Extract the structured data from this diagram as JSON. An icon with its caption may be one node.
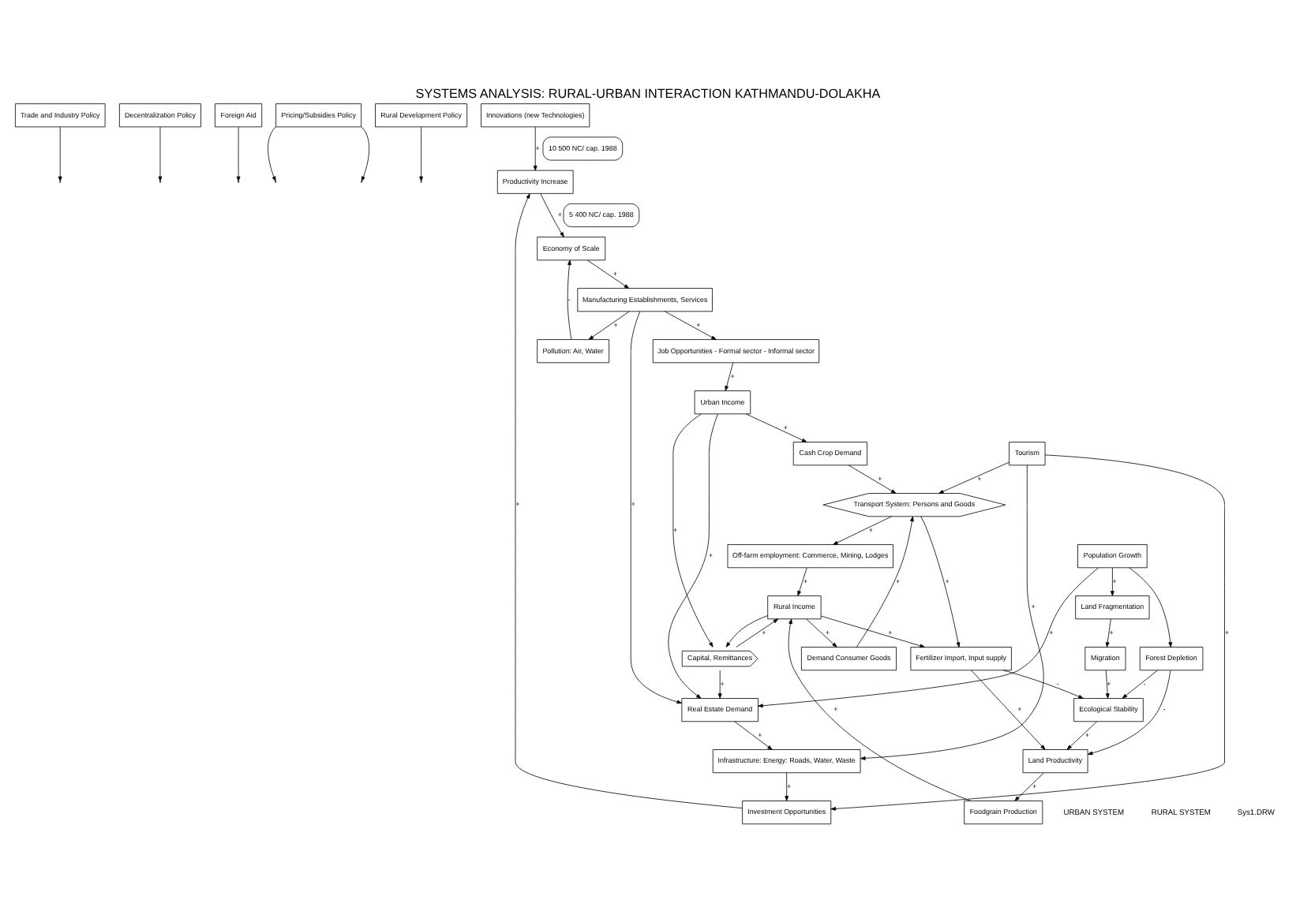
{
  "diagram": {
    "title": "SYSTEMS ANALYSIS: RURAL-URBAN INTERACTION KATHMANDU-DOLAKHA",
    "nodes": [
      {
        "text": [
          "Trade and Industry Policy"
        ]
      },
      {
        "text": [
          "Decentralization Policy"
        ]
      },
      {
        "text": [
          "Foreign Aid"
        ]
      },
      {
        "text": [
          "Pricing/Subsidies Policy"
        ]
      },
      {
        "text": [
          "Rural Development Policy"
        ]
      },
      {
        "text": [
          "Innovations (new Technologies)"
        ]
      },
      {
        "text": [
          "Investment Opportunities"
        ]
      },
      {
        "text": [
          "Tourism"
        ]
      },
      {
        "text": [
          "Transport System: Persons and Goods"
        ]
      },
      {
        "text": [
          "Off-farm employment: Commerce, Mining, Lodges"
        ]
      },
      {
        "text": [
          "Infrastructure: Energy: Roads, Water, Waste"
        ]
      },
      {
        "text": [
          "Productivity Increase"
        ]
      },
      {
        "text": [
          "Cash Crop Demand"
        ]
      },
      {
        "text": [
          "Demand Consumer Goods"
        ]
      },
      {
        "text": [
          "Real Estate Demand"
        ]
      },
      {
        "text": [
          "10 500 NC/ cap. 1988"
        ]
      },
      {
        "text": [
          "Economy of Scale"
        ]
      },
      {
        "text": [
          "Fertilizer Import, Input supply"
        ]
      },
      {
        "text": [
          "5 400 NC/ cap. 1988"
        ]
      },
      {
        "text": [
          "Population Growth"
        ]
      },
      {
        "text": [
          "Manufacturing Establishments, Services"
        ]
      },
      {
        "text": [
          "Urban Income"
        ]
      },
      {
        "text": [
          "Rural Income"
        ]
      },
      {
        "text": [
          "Foodgrain Production"
        ]
      },
      {
        "text": [
          "Land Productivity"
        ]
      },
      {
        "text": [
          "Forest Depletion"
        ]
      },
      {
        "text": [
          "Pollution: Air, Water"
        ]
      },
      {
        "text": [
          "Job Opportunities - Formal sector - Informal sector"
        ]
      },
      {
        "text": [
          "Capital, Remittances"
        ]
      },
      {
        "text": [
          "Land Fragmentation"
        ]
      },
      {
        "text": [
          "Migration"
        ]
      },
      {
        "text": [
          "Ecological Stability"
        ]
      }
    ],
    "edges": [
      {
        "from": 0,
        "to": null,
        "arrow": "to"
      },
      {
        "from": 1,
        "to": null,
        "arrow": "to"
      },
      {
        "from": 2,
        "to": null,
        "arrow": "to"
      },
      {
        "from": 3,
        "to": null,
        "arrow": "to"
      },
      {
        "from": 3,
        "to": null,
        "arrow": "to"
      },
      {
        "from": 4,
        "to": null,
        "arrow": "to"
      },
      {
        "from": 7,
        "to": 6,
        "arrow": "to",
        "label": "+"
      },
      {
        "from": 7,
        "to": 10,
        "arrow": "to",
        "label": "+"
      },
      {
        "from": 7,
        "to": 8,
        "arrow": "to",
        "label": "+"
      },
      {
        "from": 10,
        "to": 6,
        "arrow": "to",
        "label": "+"
      },
      {
        "from": 6,
        "to": 11,
        "arrow": "to",
        "label": "+"
      },
      {
        "from": 5,
        "to": 11,
        "arrow": "to",
        "label": "+"
      },
      {
        "from": 11,
        "to": 16,
        "arrow": "to",
        "label": "+"
      },
      {
        "from": 16,
        "to": 20,
        "arrow": "to",
        "label": "+"
      },
      {
        "from": 26,
        "to": 16,
        "arrow": "to",
        "label": "-"
      },
      {
        "from": 20,
        "to": 26,
        "arrow": "to",
        "label": "+"
      },
      {
        "from": 20,
        "to": 27,
        "arrow": "to",
        "label": "+"
      },
      {
        "from": 20,
        "to": 14,
        "arrow": "to",
        "label": "+"
      },
      {
        "from": 27,
        "to": 21,
        "arrow": "to",
        "label": "+"
      },
      {
        "from": 21,
        "to": 14,
        "arrow": "to",
        "label": "+"
      },
      {
        "from": 28,
        "to": 14,
        "arrow": "to",
        "label": "+"
      },
      {
        "from": 19,
        "to": 14,
        "arrow": "to",
        "label": "+"
      },
      {
        "from": 14,
        "to": 10,
        "arrow": "to",
        "label": "+"
      },
      {
        "from": 21,
        "to": 28,
        "arrow": "to",
        "label": "+"
      },
      {
        "from": 21,
        "to": 12,
        "arrow": "to",
        "label": "+"
      },
      {
        "from": 12,
        "to": 8,
        "arrow": "to",
        "label": "+"
      },
      {
        "from": 13,
        "to": 8,
        "arrow": "to",
        "label": "+"
      },
      {
        "from": 8,
        "to": 9,
        "arrow": "to",
        "label": "+"
      },
      {
        "from": 8,
        "to": 17,
        "arrow": "to",
        "label": "+"
      },
      {
        "from": 22,
        "to": 13,
        "arrow": "to",
        "label": "+"
      },
      {
        "from": 9,
        "to": 22,
        "arrow": "to",
        "label": "+"
      },
      {
        "from": 22,
        "to": 17,
        "arrow": "to",
        "label": "+"
      },
      {
        "from": 17,
        "to": 24,
        "arrow": "to",
        "label": "+"
      },
      {
        "from": 17,
        "to": 31,
        "arrow": "to",
        "label": "-"
      },
      {
        "from": 24,
        "to": 23,
        "arrow": "to",
        "label": "+"
      },
      {
        "from": 23,
        "to": 22,
        "arrow": "to",
        "label": "+"
      },
      {
        "from": 22,
        "to": 28,
        "arrow": "to"
      },
      {
        "from": 28,
        "to": 22,
        "arrow": "to",
        "label": "+"
      },
      {
        "from": 19,
        "to": 25,
        "arrow": "to"
      },
      {
        "from": 19,
        "to": 29,
        "arrow": "to",
        "label": "+"
      },
      {
        "from": 25,
        "to": 24,
        "arrow": "to",
        "label": "-"
      },
      {
        "from": 25,
        "to": 31,
        "arrow": "to",
        "label": "-"
      },
      {
        "from": 31,
        "to": 24,
        "arrow": "to",
        "label": "+"
      },
      {
        "from": 29,
        "to": 30,
        "arrow": "to",
        "label": "+"
      },
      {
        "from": 30,
        "to": 31,
        "arrow": "to",
        "label": "+"
      }
    ],
    "labels": [
      "URBAN SYSTEM",
      "RURAL SYSTEM",
      "Sys1.DRW"
    ]
  }
}
